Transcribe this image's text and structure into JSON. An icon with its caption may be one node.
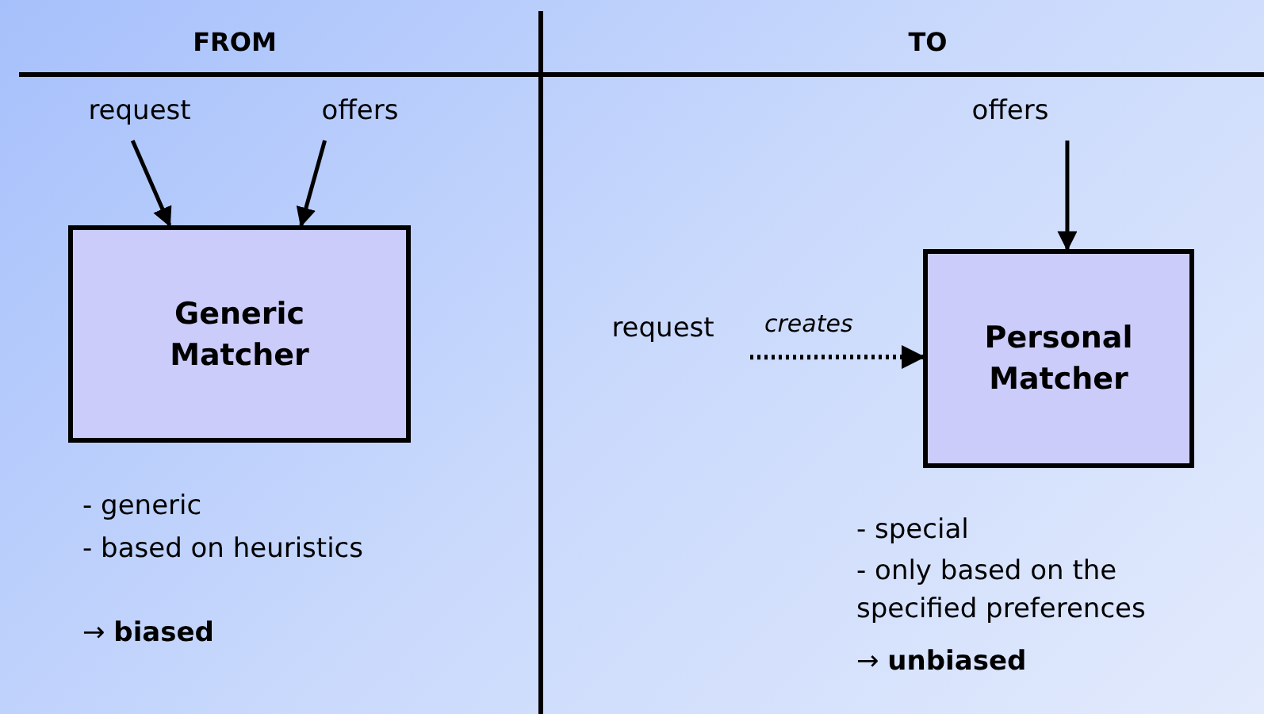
{
  "diagram": {
    "nodes": [
      {
        "text": [
          "request"
        ]
      },
      {
        "text": [
          "offers"
        ]
      },
      {
        "text": [
          "Generic Matcher"
        ]
      },
      {
        "text": [
          "offers"
        ]
      },
      {
        "text": [
          "request"
        ]
      },
      {
        "text": [
          "Personal Matcher"
        ]
      }
    ],
    "edges": [
      {
        "from": 0,
        "to": 2,
        "arrow": "to"
      },
      {
        "from": 1,
        "to": 2,
        "arrow": "to"
      },
      {
        "from": 3,
        "to": 5,
        "arrow": "to"
      },
      {
        "from": 4,
        "to": 5,
        "arrow": "to",
        "label": "creates",
        "style": "dashed"
      }
    ],
    "labels": [
      "FROM",
      "TO",
      "- generic",
      "- based on heuristics",
      "→ **biased**",
      "- special",
      "- only based on the specified preferences",
      "→ **unbiased**"
    ]
  }
}
